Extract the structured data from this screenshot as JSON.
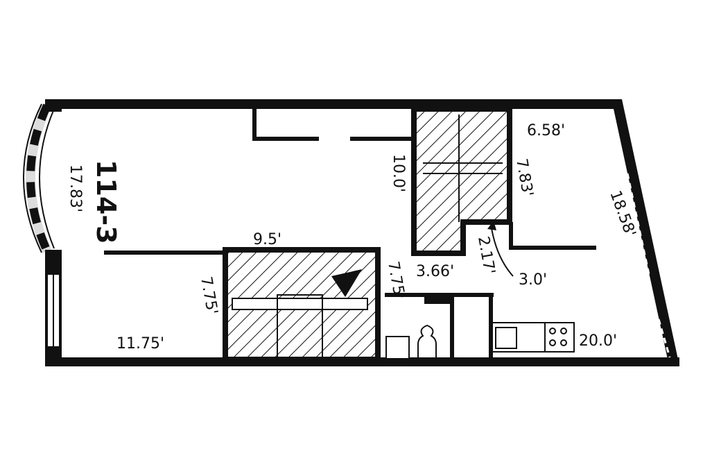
{
  "unit_id": "114-3",
  "dimensions": {
    "bay_height": "17.83'",
    "living_width": "9.5'",
    "stair_height": "10.0'",
    "stair_right": "7.83'",
    "top_right_width": "6.58'",
    "right_wall": "18.58'",
    "closet_depth": "2.17'",
    "closet_width": "3.66'",
    "closet_door": "3.0'",
    "lower_stair_left": "7.75'",
    "lower_stair_right": "7.75'",
    "bottom_left_width": "11.75'",
    "kitchen_length": "20.0'"
  },
  "colors": {
    "ink": "#111111",
    "background": "#ffffff"
  }
}
